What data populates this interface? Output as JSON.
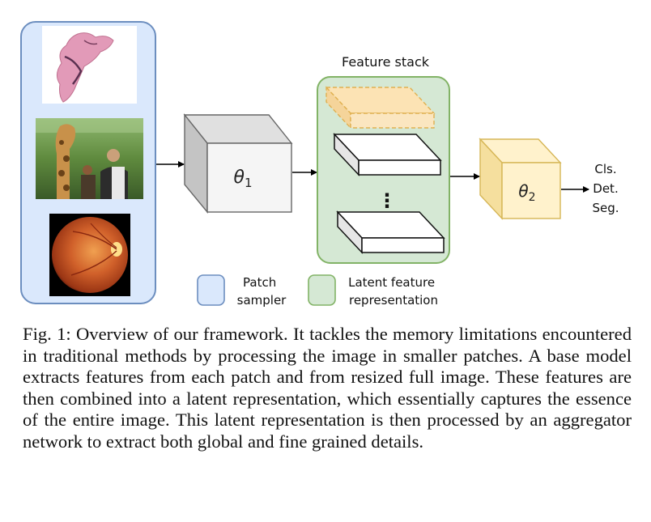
{
  "figure": {
    "feature_stack_title": "Feature stack",
    "model_1_label": "θ",
    "model_1_sub": "1",
    "model_2_label": "θ",
    "model_2_sub": "2",
    "stack_ellipsis": "⋮",
    "outputs": [
      "Cls.",
      "Det.",
      "Seg."
    ],
    "legend": {
      "patch_line1": "Patch",
      "patch_line2": "sampler",
      "latent_line1": "Latent feature",
      "latent_line2": "representation"
    },
    "colors": {
      "patch_sampler_fill": "#dae8fc",
      "patch_sampler_stroke": "#6c8ebf",
      "latent_fill": "#d5e8d4",
      "latent_stroke": "#82b366",
      "model_1_fill": "#f5f5f5",
      "model_2_fill": "#fff2cc",
      "model_2_stroke": "#d6b656"
    }
  },
  "caption": {
    "label": "Fig. 1:",
    "text": "Overview of our framework. It tackles the memory limitations encountered in traditional methods by processing the image in smaller patches. A base model extracts features from each patch and from resized full image. These features are then combined into a latent representation, which essentially captures the essence of the entire image. This latent representation is then processed by an aggregator network to extract both global and fine grained details."
  }
}
